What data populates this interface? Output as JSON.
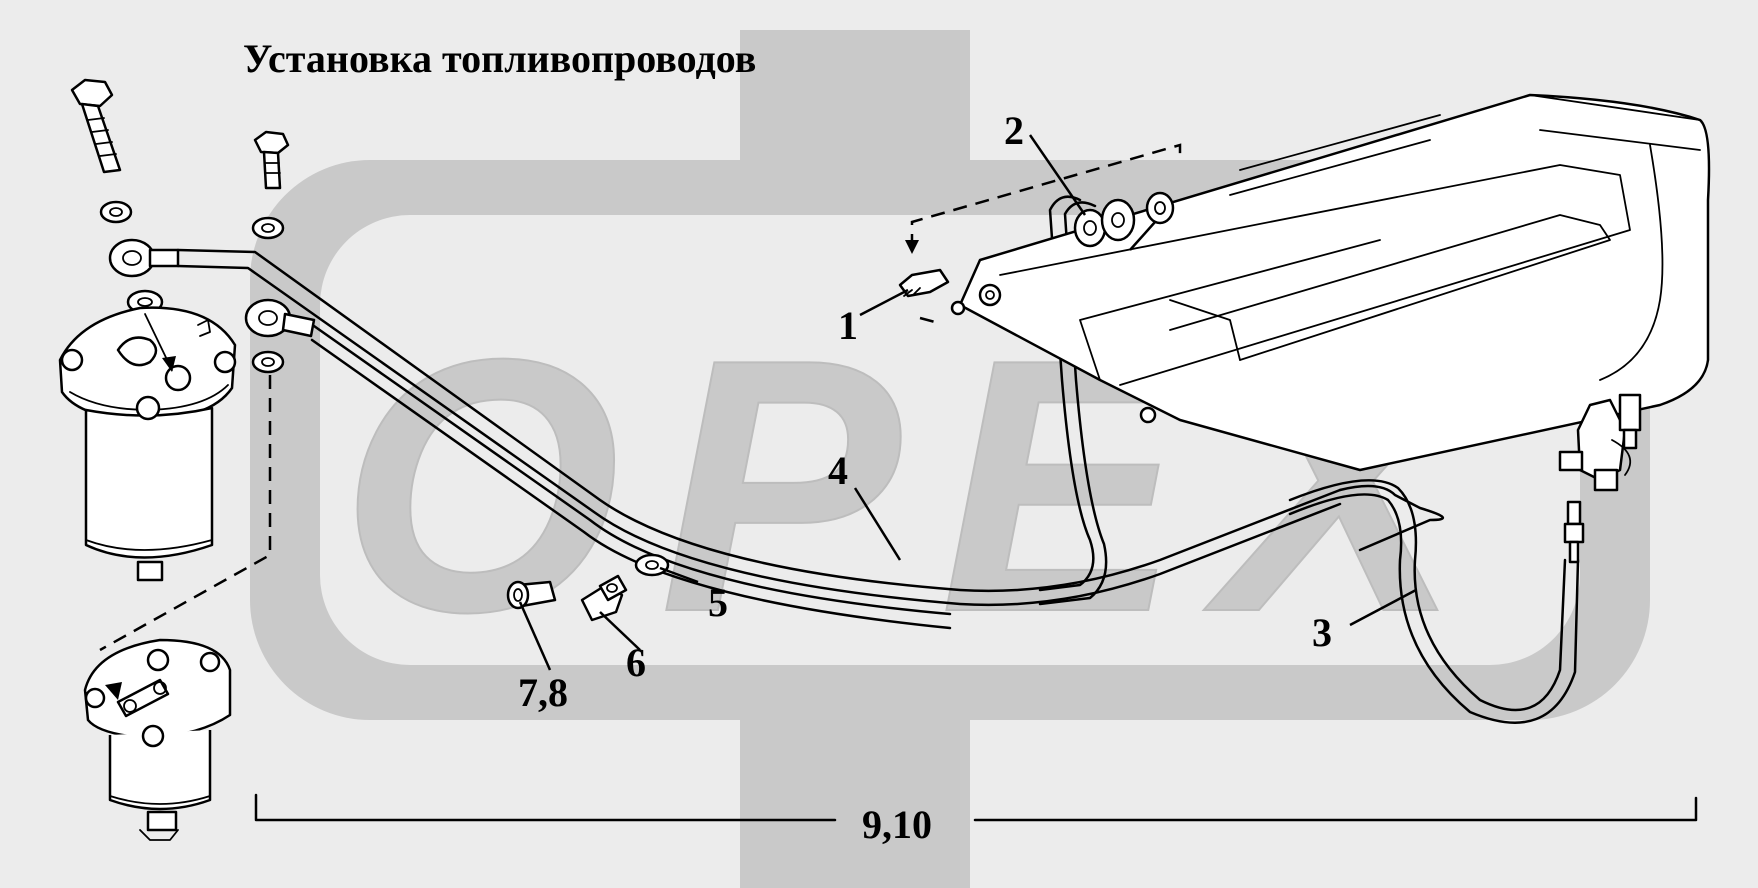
{
  "title": "Установка топливопроводов",
  "watermark": {
    "text": "ОРЕХ",
    "color": "#c9c9c9"
  },
  "callouts": [
    {
      "id": "c1",
      "label": "1"
    },
    {
      "id": "c2",
      "label": "2"
    },
    {
      "id": "c3",
      "label": "3"
    },
    {
      "id": "c4",
      "label": "4"
    },
    {
      "id": "c5",
      "label": "5"
    },
    {
      "id": "c6",
      "label": "6"
    },
    {
      "id": "c78",
      "label": "7,8"
    },
    {
      "id": "c910",
      "label": "9,10"
    }
  ]
}
